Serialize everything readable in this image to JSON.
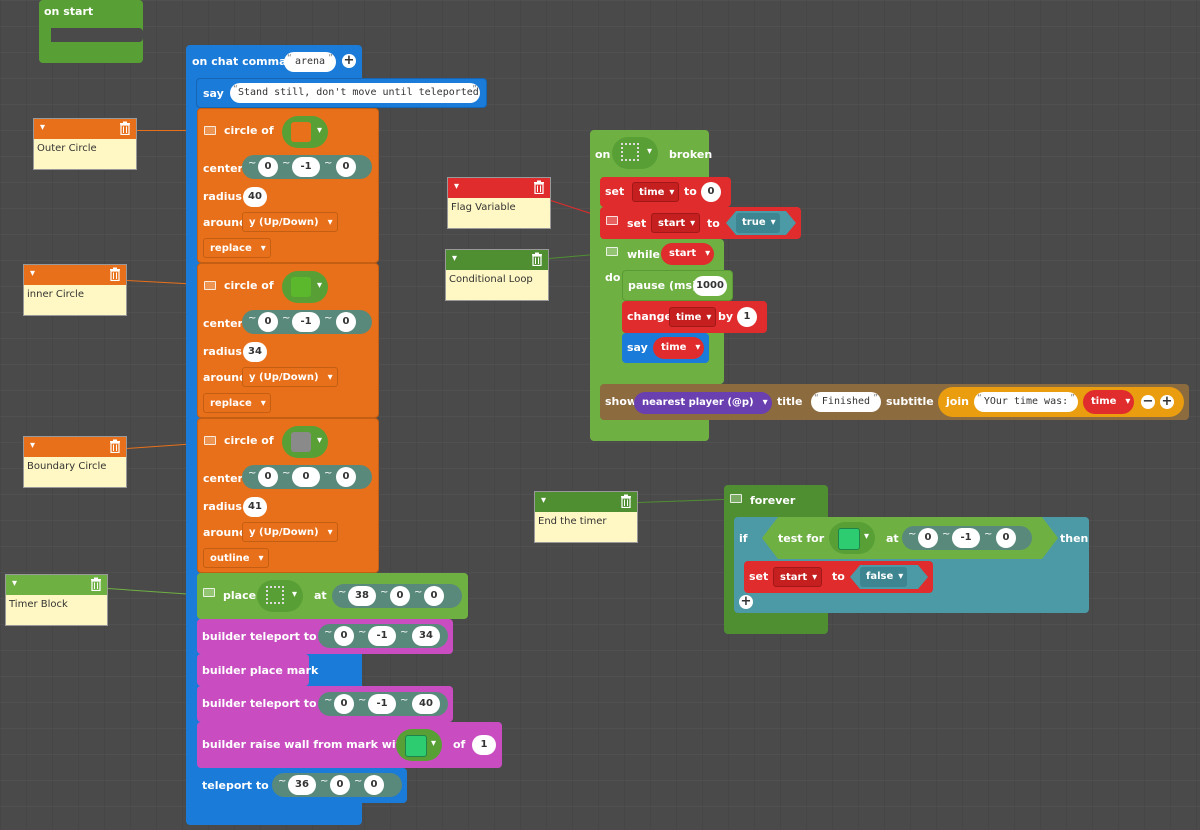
{
  "on_start": {
    "label": "on start"
  },
  "chat": {
    "header": "on chat command",
    "command": "arena",
    "say_label": "say",
    "say_text": "Stand still, don't move until teleported"
  },
  "circles": [
    {
      "title": "circle of",
      "center_label": "center",
      "center": [
        "0",
        "-1",
        "0"
      ],
      "radius_label": "radius",
      "radius": "40",
      "around_label": "around",
      "around": "y (Up/Down)",
      "mode": "replace",
      "block_color": "#e8701a"
    },
    {
      "title": "circle of",
      "center_label": "center",
      "center": [
        "0",
        "-1",
        "0"
      ],
      "radius_label": "radius",
      "radius": "34",
      "around_label": "around",
      "around": "y (Up/Down)",
      "mode": "replace",
      "block_color": "#5bb82c"
    },
    {
      "title": "circle of",
      "center_label": "center",
      "center": [
        "0",
        "0",
        "0"
      ],
      "radius_label": "radius",
      "radius": "41",
      "around_label": "around",
      "around": "y (Up/Down)",
      "mode": "outline",
      "block_color": "#8a8a8a"
    }
  ],
  "place": {
    "label": "place",
    "at": "at",
    "coords": [
      "38",
      "0",
      "0"
    ]
  },
  "builder1": {
    "label": "builder teleport to",
    "coords": [
      "0",
      "-1",
      "34"
    ]
  },
  "builder_mark": {
    "label": "builder place mark"
  },
  "builder2": {
    "label": "builder teleport to",
    "coords": [
      "0",
      "-1",
      "40"
    ]
  },
  "wall": {
    "label": "builder raise wall from mark with",
    "of": "of",
    "count": "1"
  },
  "teleport": {
    "label": "teleport to",
    "coords": [
      "36",
      "0",
      "0"
    ]
  },
  "broken": {
    "on": "on",
    "broken": "broken",
    "set1": {
      "set": "set",
      "var": "time",
      "to": "to",
      "value": "0"
    },
    "set2": {
      "set": "set",
      "var": "start",
      "to": "to",
      "value": "true"
    },
    "while": {
      "label": "while",
      "cond": "start",
      "do": "do"
    },
    "pause": {
      "label": "pause (ms)",
      "value": "1000"
    },
    "change": {
      "label": "change",
      "var": "time",
      "by": "by",
      "value": "1"
    },
    "say": {
      "label": "say",
      "var": "time"
    },
    "show": {
      "label": "show",
      "target": "nearest player (@p)",
      "title": "title",
      "title_text": "Finished",
      "subtitle": "subtitle",
      "join": "join",
      "join_text": "YOur time was:",
      "join_var": "time"
    }
  },
  "forever": {
    "label": "forever",
    "if": "if",
    "test": "test for",
    "at": "at",
    "coords": [
      "0",
      "-1",
      "0"
    ],
    "then": "then",
    "set": "set",
    "var": "start",
    "to": "to",
    "value": "false"
  },
  "notes": [
    {
      "text": "Outer Circle",
      "color": "#e8701a"
    },
    {
      "text": "inner Circle",
      "color": "#e8701a"
    },
    {
      "text": "Boundary Circle",
      "color": "#e8701a"
    },
    {
      "text": "Timer Block",
      "color": "#6fb043"
    },
    {
      "text": "Flag Variable",
      "color": "#e02c2c"
    },
    {
      "text": "Conditional Loop",
      "color": "#4f8f32"
    },
    {
      "text": "End the timer",
      "color": "#4f8f32"
    }
  ],
  "colors": {
    "event": "#58a035",
    "chat": "#1a7bd9",
    "shapes": "#e8701a",
    "builder": "#c94dc1",
    "variables": "#e02c2c",
    "loops": "#6fb043",
    "logic": "#4b9aa6",
    "text": "#e99d0f",
    "player": "#8c6b3f",
    "position": "#59897b",
    "mobs": "#6a3fb0"
  }
}
